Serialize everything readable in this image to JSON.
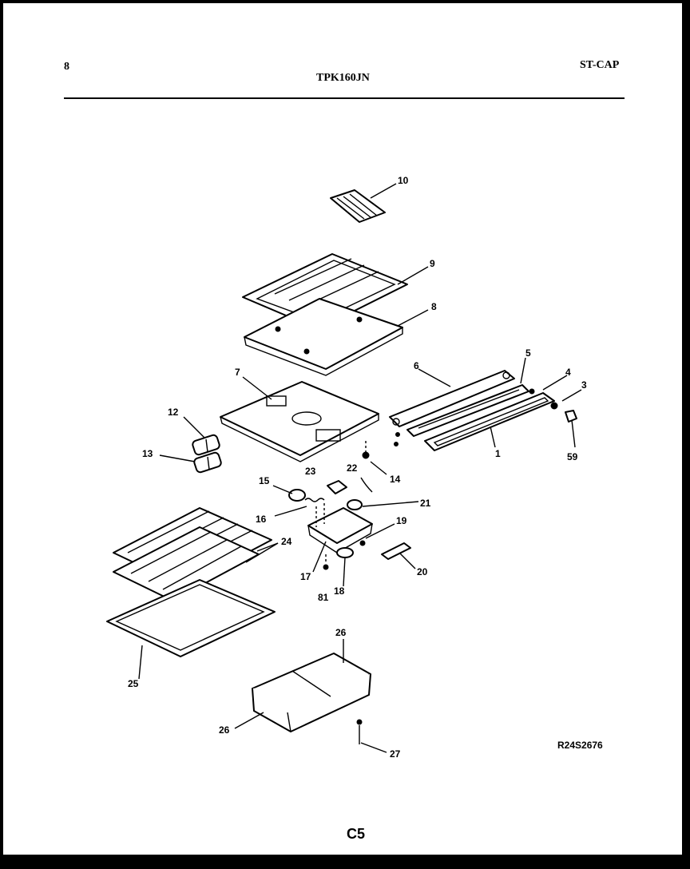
{
  "header": {
    "page_num": "8",
    "model": "TPK160JN",
    "code": "ST-CAP"
  },
  "diagram": {
    "callouts": [
      "1",
      "3",
      "4",
      "5",
      "6",
      "7",
      "8",
      "9",
      "10",
      "12",
      "13",
      "14",
      "15",
      "16",
      "17",
      "18",
      "19",
      "20",
      "21",
      "22",
      "23",
      "24",
      "25",
      "26",
      "26",
      "27",
      "59",
      "81"
    ]
  },
  "reference_code": "R24S2676",
  "footer_code": "C5"
}
